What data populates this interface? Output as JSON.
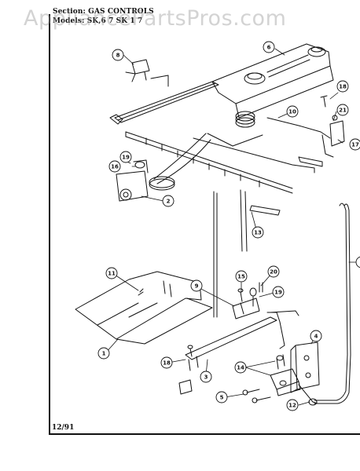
{
  "watermark": "AppliancePartsPros.com",
  "header": {
    "section_line": "Section: GAS CONTROLS",
    "models_line": "Models: SK,6 7 SK 1 7"
  },
  "footer": {
    "date": "12/91"
  },
  "callouts": [
    "1",
    "2",
    "3",
    "4",
    "5",
    "6",
    "8",
    "9",
    "11",
    "12",
    "13",
    "14",
    "15",
    "16",
    "17",
    "18",
    "18",
    "19",
    "19",
    "20",
    "21"
  ],
  "colors": {
    "line": "#111111",
    "watermark": "#969696"
  }
}
